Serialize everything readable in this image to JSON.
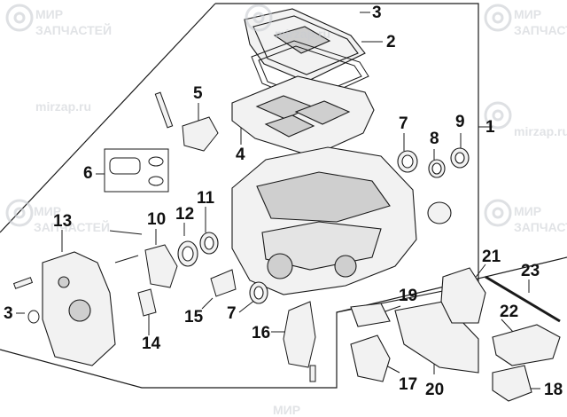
{
  "callouts": {
    "c1": "1",
    "c2": "2",
    "c3a": "3",
    "c3b": "3",
    "c4": "4",
    "c5": "5",
    "c6": "6",
    "c7a": "7",
    "c7b": "7",
    "c8": "8",
    "c9": "9",
    "c10": "10",
    "c11": "11",
    "c12": "12",
    "c13": "13",
    "c14": "14",
    "c15": "15",
    "c16": "16",
    "c17": "17",
    "c18": "18",
    "c19": "19",
    "c20": "20",
    "c21": "21",
    "c22": "22",
    "c23": "23"
  },
  "watermark": {
    "brand_top": "МИР",
    "brand_bottom": "ЗАПЧАСТЕЙ",
    "site": "mirzap.ru",
    "color": "#c9cdd2"
  },
  "colors": {
    "line": "#1a1a1a",
    "part_fill": "#f2f2f2",
    "part_shade": "#cfcfcf"
  }
}
